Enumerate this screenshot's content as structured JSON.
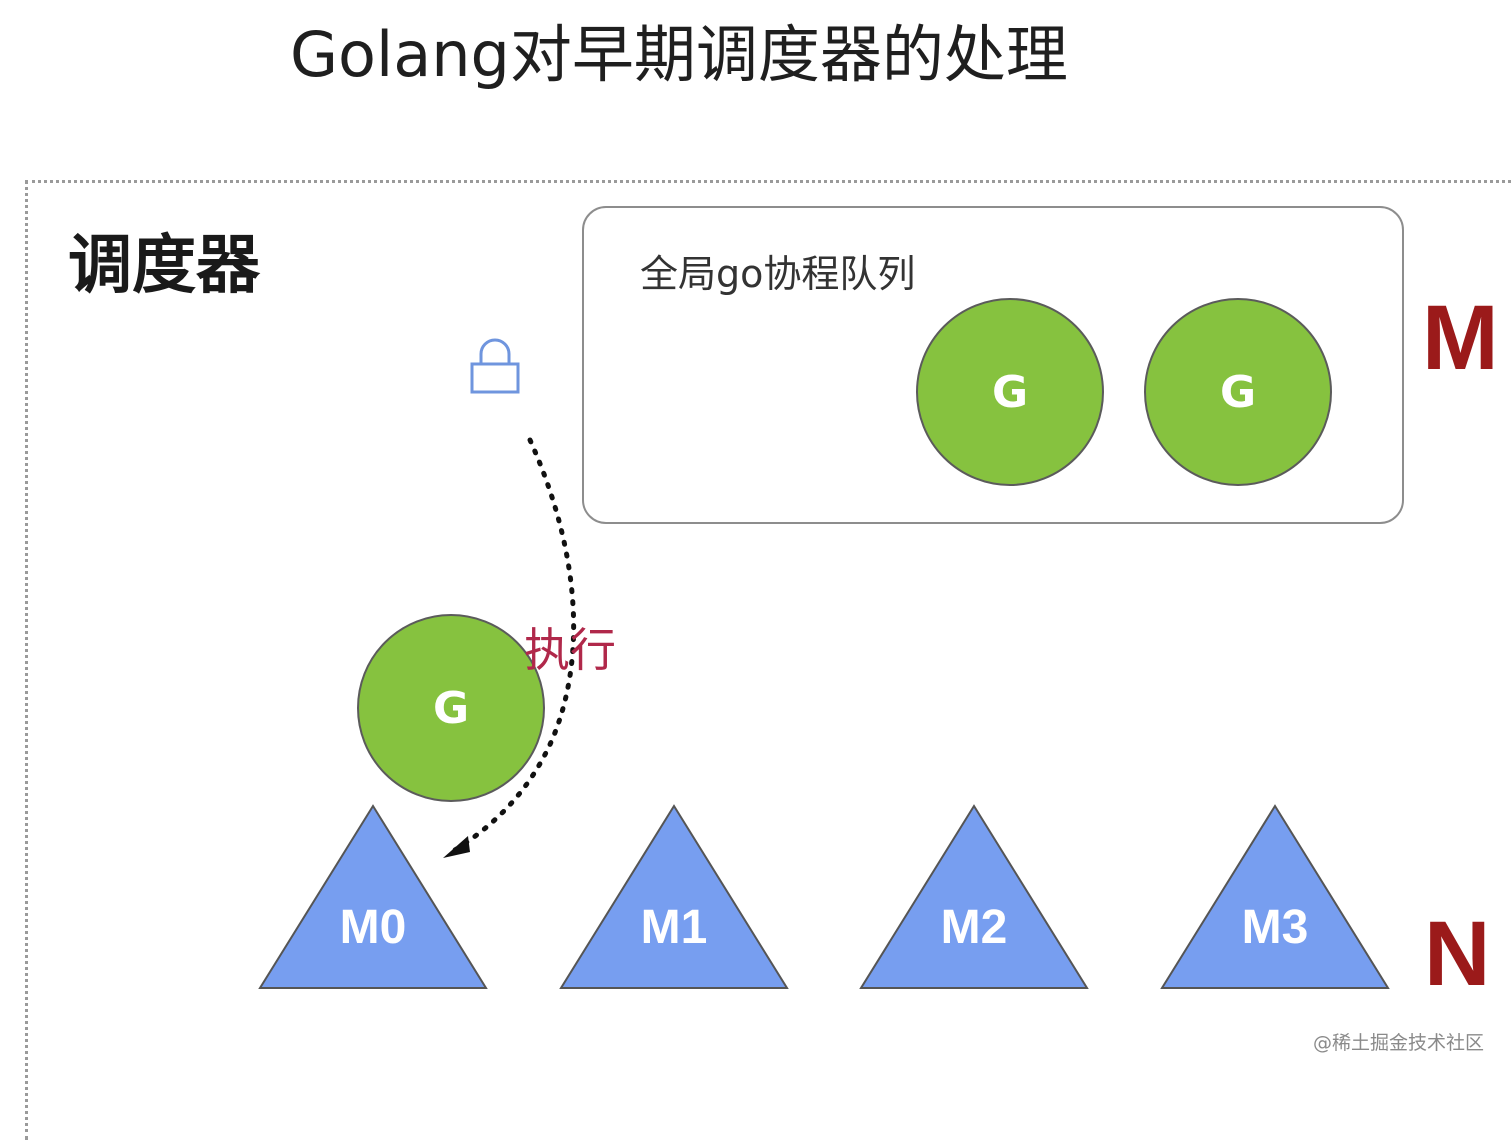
{
  "title": "Golang对早期调度器的处理",
  "scheduler": {
    "label": "调度器"
  },
  "global_queue": {
    "label": "全局go协程队列",
    "goroutines": [
      "G",
      "G"
    ]
  },
  "lock_icon": "lock-icon",
  "running_goroutine": {
    "label": "G"
  },
  "exec_label": "执行",
  "threads": [
    "M0",
    "M1",
    "M2",
    "M3"
  ],
  "side_labels": {
    "m": "M",
    "n": "N"
  },
  "watermark": "@稀土掘金技术社区",
  "colors": {
    "goroutine": "#86c23f",
    "thread": "#779ef0",
    "accent_letter": "#9b1a1a",
    "exec_text": "#b0284a",
    "lock": "#6f95de"
  }
}
